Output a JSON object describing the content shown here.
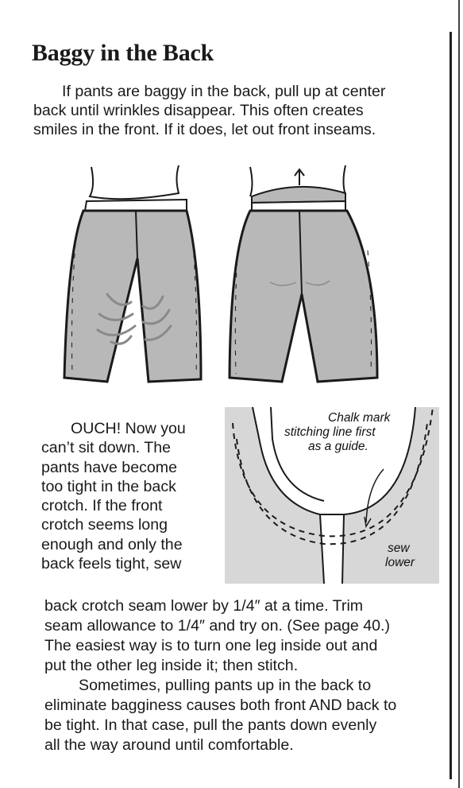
{
  "heading": "Baggy in the Back",
  "intro_lines": [
    "If pants are baggy in the back, pull up at center",
    "back until wrinkles disappear. This often creates",
    "smiles in the front. If it does, let out front inseams."
  ],
  "detail_labels": {
    "chalk_mark": [
      "Chalk mark",
      "stitching line first",
      "as a guide."
    ],
    "sew_lower": [
      "sew",
      "lower"
    ]
  },
  "ouch_lines": [
    "OUCH! Now you",
    "can’t sit down. The",
    "pants have become",
    "too tight in the back",
    "crotch. If the front",
    "crotch seems long",
    "enough and only the",
    "back feels tight, sew"
  ],
  "tail_lines": [
    "back crotch seam lower by 1/4″ at a time. Trim",
    "seam allowance to 1/4″ and try on.  (See page 40.)",
    "The easiest way is to turn one leg inside out and",
    "put the other leg inside it; then stitch."
  ],
  "closing_lines": [
    "Sometimes, pulling pants up in the back to",
    "eliminate bagginess causes both front AND back to",
    "be tight. In that case, pull the pants down evenly",
    "all the way around until comfortable."
  ],
  "colors": {
    "fabric": "#b8b8b8",
    "ink": "#1a1a1a",
    "paper": "#ffffff"
  }
}
